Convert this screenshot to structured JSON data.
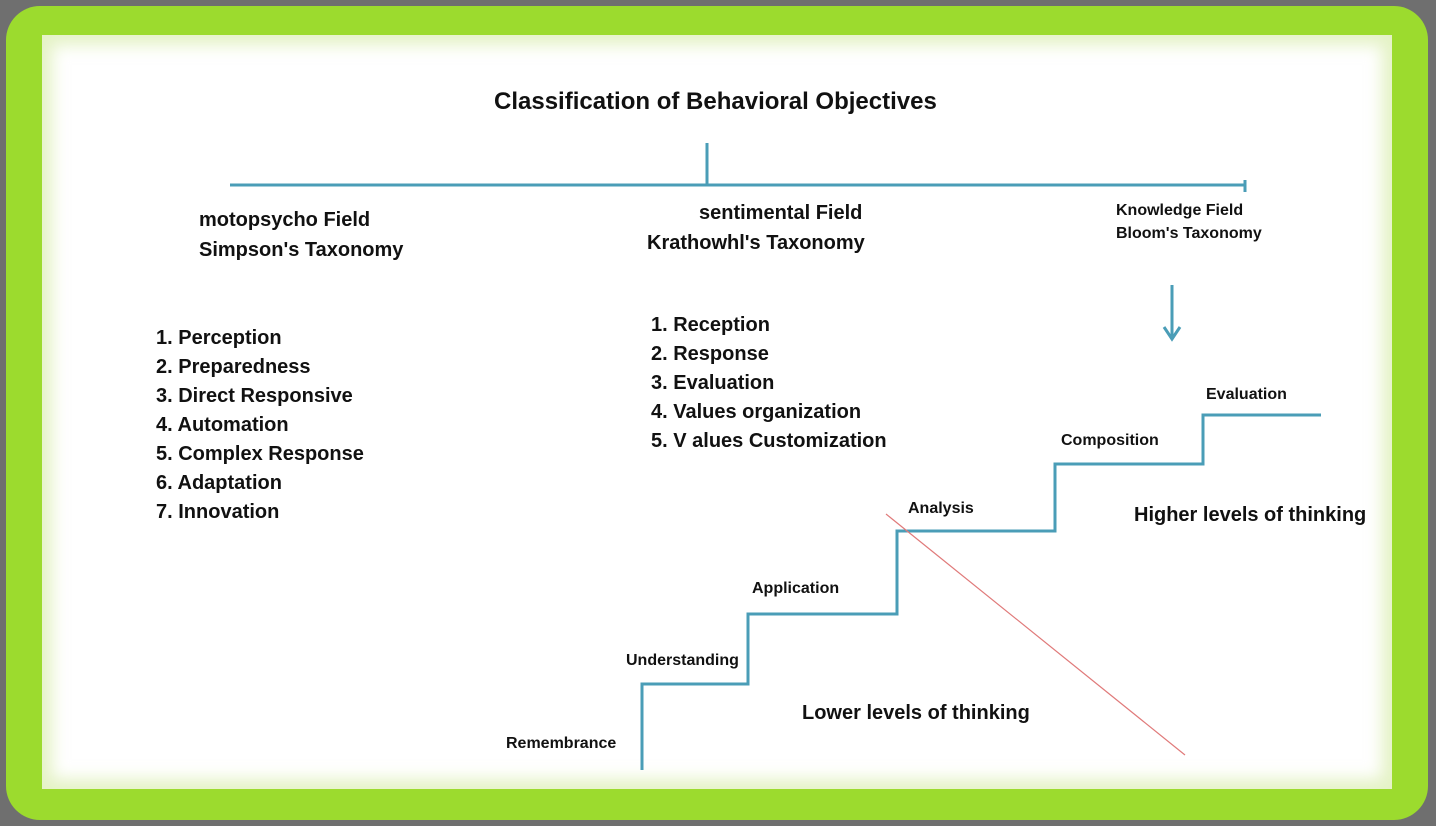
{
  "title": "Classification of Behavioral Objectives",
  "fields": {
    "motor": {
      "name": "motopsycho Field",
      "taxonomy": "Simpson's Taxonomy",
      "items": [
        "1. Perception",
        "2. Preparedness",
        "3. Direct Responsive",
        "4. Automation",
        "5.  Complex Response",
        "6. Adaptation",
        "7. Innovation"
      ]
    },
    "affective": {
      "name": "sentimental  Field",
      "taxonomy": "Krathowhl's Taxonomy",
      "items": [
        "1. Reception",
        "2. Response",
        "3. Evaluation",
        "4. Values organization",
        "5. V alues Customization"
      ]
    },
    "cognitive": {
      "name": "Knowledge Field",
      "taxonomy": "Bloom's Taxonomy"
    }
  },
  "staircase": {
    "steps": [
      "Remembrance",
      "Understanding",
      "Application",
      "Analysis",
      "Composition",
      "Evaluation"
    ],
    "lower_label": "Lower levels of thinking",
    "higher_label": "Higher levels of thinking"
  },
  "colors": {
    "frame": "#9cdb2e",
    "line": "#4a9db7",
    "divider": "#e07a7a",
    "text": "#111111"
  }
}
